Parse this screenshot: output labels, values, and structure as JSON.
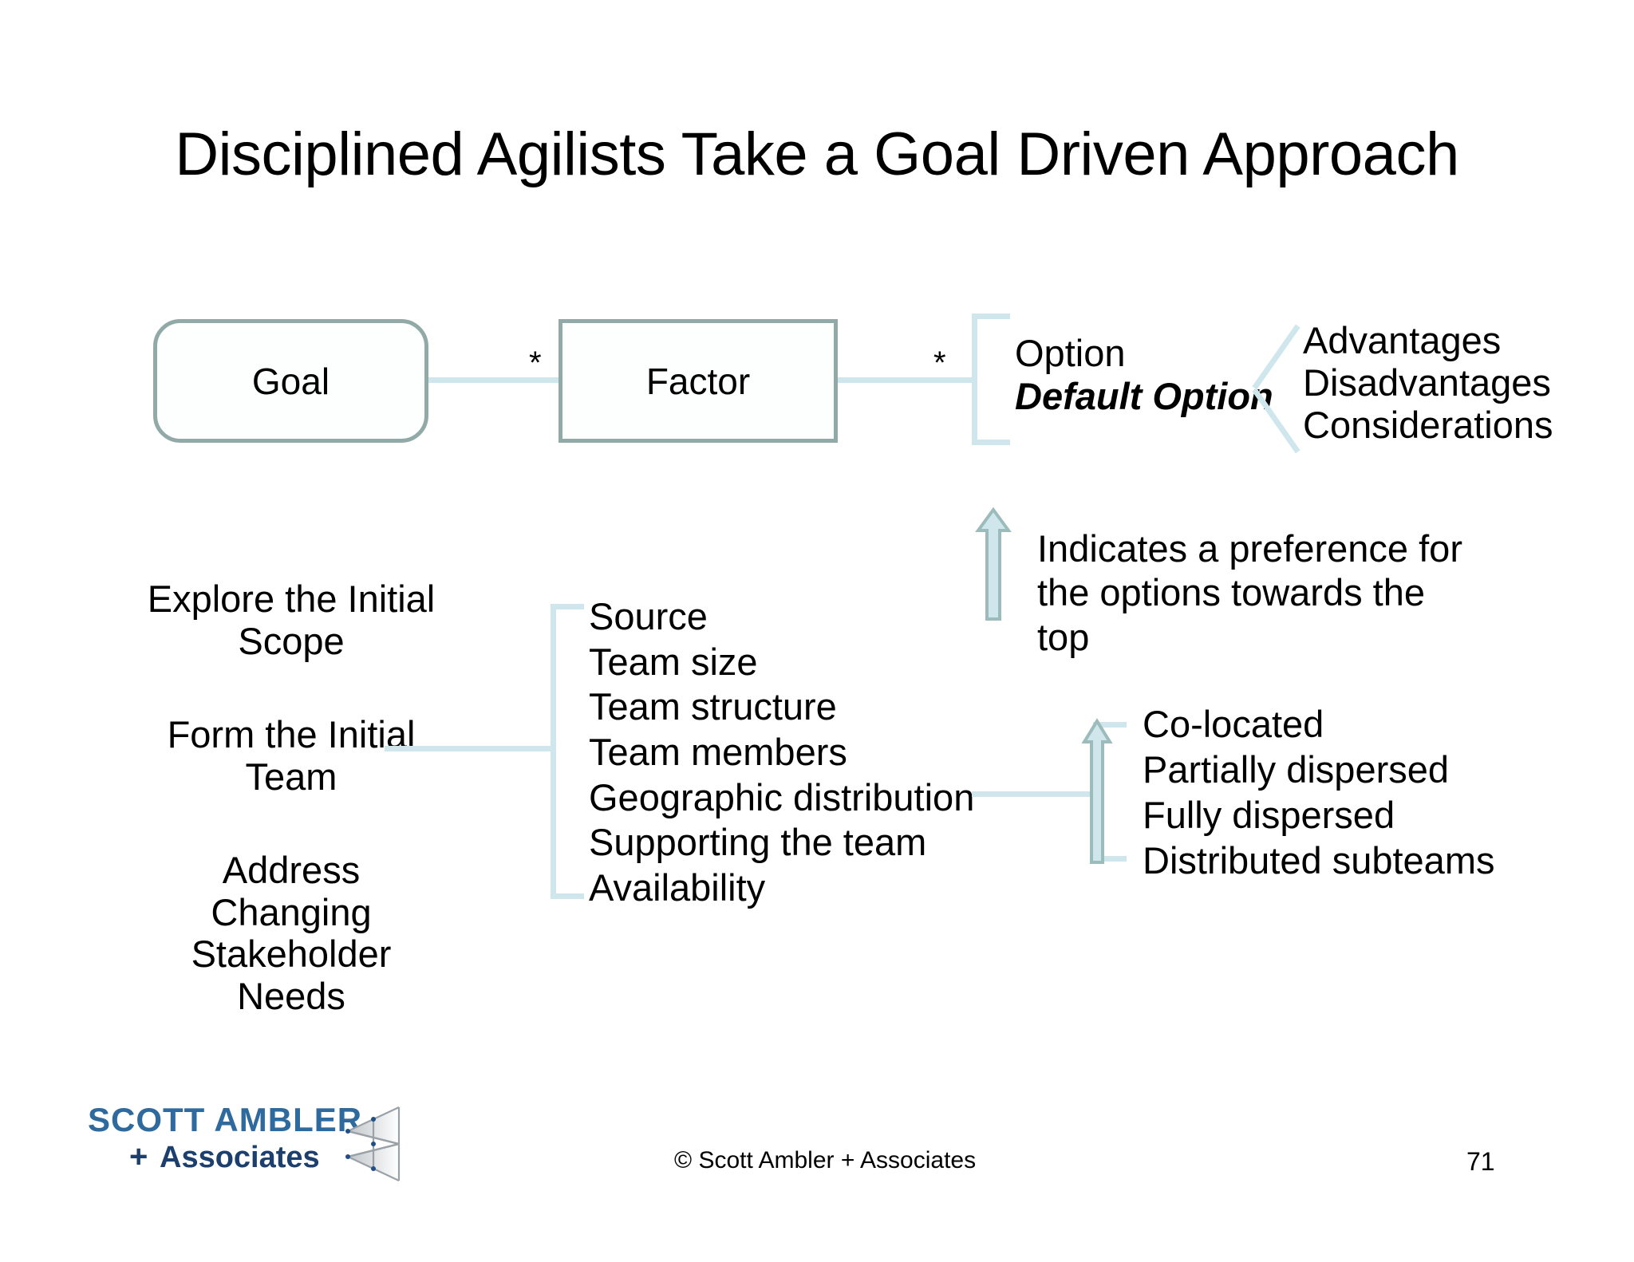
{
  "slide": {
    "title": "Disciplined Agilists Take a Goal Driven Approach"
  },
  "diagram": {
    "goal_box_label": "Goal",
    "factor_box_label": "Factor",
    "multiplicity_goal_factor": "*",
    "multiplicity_factor_option": "*",
    "option_label": "Option",
    "default_option_label": "Default Option",
    "option_attributes": [
      "Advantages",
      "Disadvantages",
      "Considerations"
    ],
    "preference_note": "Indicates a preference for the options towards the top"
  },
  "goals": [
    "Explore the Initial Scope",
    "Form the Initial Team",
    "Address Changing Stakeholder Needs"
  ],
  "factors": [
    "Source",
    "Team size",
    "Team structure",
    "Team members",
    "Geographic distribution",
    "Supporting the team",
    "Availability"
  ],
  "options": [
    "Co-located",
    "Partially dispersed",
    "Fully dispersed",
    "Distributed subteams"
  ],
  "footer": {
    "copyright": "© Scott Ambler + Associates",
    "page_number": "71"
  },
  "logo": {
    "line1": "SCOTT AMBLER",
    "plus": "+",
    "line2": "Associates"
  },
  "colors": {
    "box_border": "#92aaa7",
    "connector": "#cfe7ec",
    "arrow_fill": "#cfe7ec",
    "arrow_stroke": "#9cbcbb",
    "logo_primary": "#2e6a9e",
    "logo_secondary": "#1c3f6e",
    "text": "#000000",
    "background": "#ffffff"
  }
}
